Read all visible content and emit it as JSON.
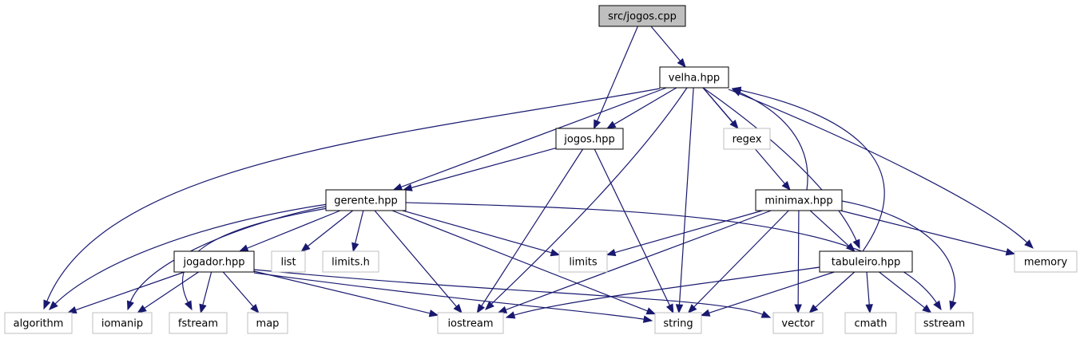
{
  "colors": {
    "edge": "#191970",
    "root_fill": "#bfbfbf",
    "project_border": "#000000",
    "system_border": "#bfbfbf",
    "background": "#ffffff"
  },
  "nodes": {
    "src_jogos_cpp": {
      "label": "src/jogos.cpp",
      "kind": "root"
    },
    "velha_hpp": {
      "label": "velha.hpp",
      "kind": "project"
    },
    "jogos_hpp": {
      "label": "jogos.hpp",
      "kind": "project"
    },
    "regex": {
      "label": "regex",
      "kind": "system"
    },
    "gerente_hpp": {
      "label": "gerente.hpp",
      "kind": "project"
    },
    "minimax_hpp": {
      "label": "minimax.hpp",
      "kind": "project"
    },
    "jogador_hpp": {
      "label": "jogador.hpp",
      "kind": "project"
    },
    "list": {
      "label": "list",
      "kind": "system"
    },
    "limits_h": {
      "label": "limits.h",
      "kind": "system"
    },
    "limits": {
      "label": "limits",
      "kind": "system"
    },
    "tabuleiro_hpp": {
      "label": "tabuleiro.hpp",
      "kind": "project"
    },
    "memory": {
      "label": "memory",
      "kind": "system"
    },
    "algorithm": {
      "label": "algorithm",
      "kind": "system"
    },
    "iomanip": {
      "label": "iomanip",
      "kind": "system"
    },
    "fstream": {
      "label": "fstream",
      "kind": "system"
    },
    "map": {
      "label": "map",
      "kind": "system"
    },
    "iostream": {
      "label": "iostream",
      "kind": "system"
    },
    "string": {
      "label": "string",
      "kind": "system"
    },
    "vector": {
      "label": "vector",
      "kind": "system"
    },
    "cmath": {
      "label": "cmath",
      "kind": "system"
    },
    "sstream": {
      "label": "sstream",
      "kind": "system"
    }
  },
  "edges": [
    [
      "src_jogos_cpp",
      "velha_hpp"
    ],
    [
      "src_jogos_cpp",
      "jogos_hpp"
    ],
    [
      "velha_hpp",
      "jogos_hpp"
    ],
    [
      "velha_hpp",
      "regex"
    ],
    [
      "velha_hpp",
      "gerente_hpp"
    ],
    [
      "velha_hpp",
      "minimax_hpp"
    ],
    [
      "velha_hpp",
      "tabuleiro_hpp"
    ],
    [
      "velha_hpp",
      "memory"
    ],
    [
      "velha_hpp",
      "algorithm"
    ],
    [
      "velha_hpp",
      "iostream"
    ],
    [
      "velha_hpp",
      "string"
    ],
    [
      "minimax_hpp",
      "velha_hpp"
    ],
    [
      "tabuleiro_hpp",
      "velha_hpp"
    ],
    [
      "jogos_hpp",
      "gerente_hpp"
    ],
    [
      "jogos_hpp",
      "iostream"
    ],
    [
      "jogos_hpp",
      "string"
    ],
    [
      "gerente_hpp",
      "jogador_hpp"
    ],
    [
      "gerente_hpp",
      "list"
    ],
    [
      "gerente_hpp",
      "limits_h"
    ],
    [
      "gerente_hpp",
      "limits"
    ],
    [
      "gerente_hpp",
      "algorithm"
    ],
    [
      "gerente_hpp",
      "iomanip"
    ],
    [
      "gerente_hpp",
      "fstream"
    ],
    [
      "gerente_hpp",
      "iostream"
    ],
    [
      "gerente_hpp",
      "string"
    ],
    [
      "gerente_hpp",
      "sstream"
    ],
    [
      "minimax_hpp",
      "limits"
    ],
    [
      "minimax_hpp",
      "tabuleiro_hpp"
    ],
    [
      "minimax_hpp",
      "memory"
    ],
    [
      "minimax_hpp",
      "iostream"
    ],
    [
      "minimax_hpp",
      "string"
    ],
    [
      "minimax_hpp",
      "vector"
    ],
    [
      "minimax_hpp",
      "sstream"
    ],
    [
      "jogador_hpp",
      "algorithm"
    ],
    [
      "jogador_hpp",
      "iomanip"
    ],
    [
      "jogador_hpp",
      "fstream"
    ],
    [
      "jogador_hpp",
      "map"
    ],
    [
      "jogador_hpp",
      "iostream"
    ],
    [
      "jogador_hpp",
      "string"
    ],
    [
      "jogador_hpp",
      "vector"
    ],
    [
      "tabuleiro_hpp",
      "iostream"
    ],
    [
      "tabuleiro_hpp",
      "string"
    ],
    [
      "tabuleiro_hpp",
      "vector"
    ],
    [
      "tabuleiro_hpp",
      "cmath"
    ],
    [
      "tabuleiro_hpp",
      "sstream"
    ]
  ]
}
